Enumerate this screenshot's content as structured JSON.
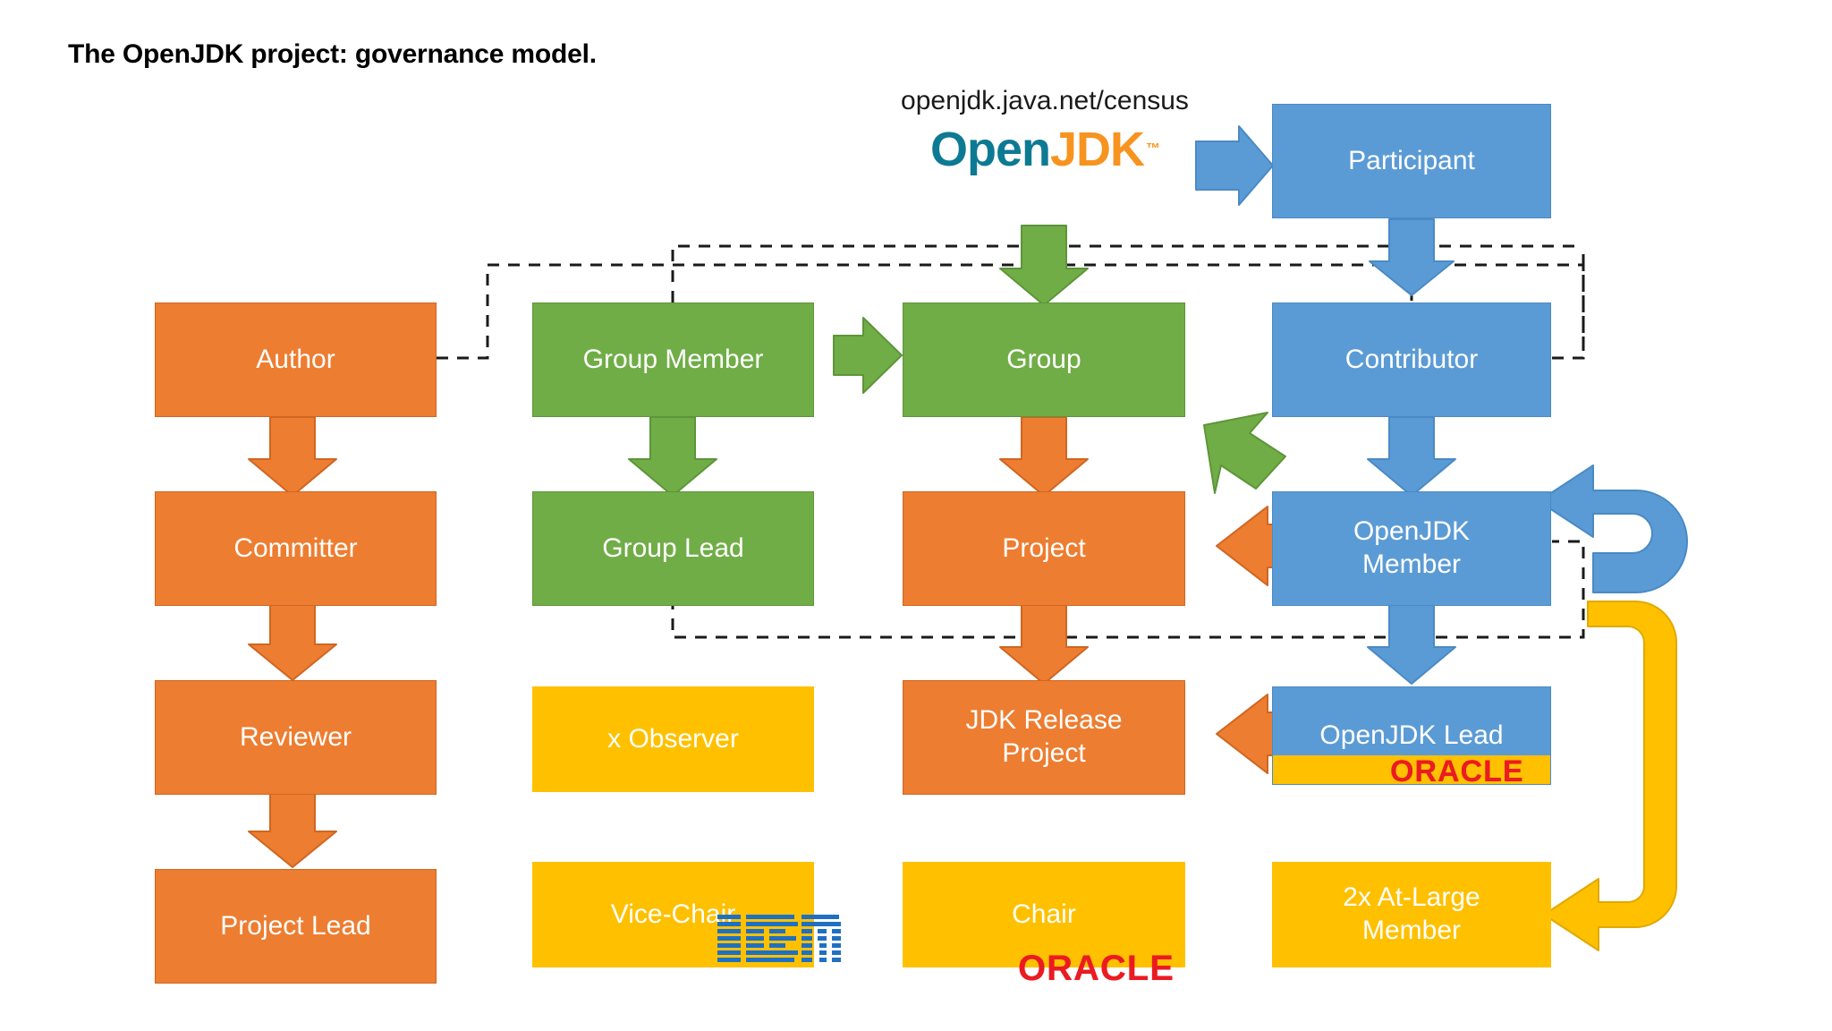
{
  "slide": {
    "title": "The OpenJDK project: governance model.",
    "census_url": "openjdk.java.net/census",
    "logo": {
      "part1": "Open",
      "part2": "JDK",
      "tm": "™"
    }
  },
  "colors": {
    "blue": "#5B9BD5",
    "green": "#70AD47",
    "orange": "#ED7D31",
    "yellow": "#FFC000",
    "oracle_red": "#EA1B22",
    "ibm_blue": "#1F70C1",
    "openjdk_teal": "#0D7A93",
    "openjdk_orange": "#F79420",
    "text_on_node": "#FFFFFF",
    "connector": "#000000",
    "background": "#FFFFFF"
  },
  "columns": {
    "col1_label": "project-roles",
    "col2_label": "group-roles",
    "col3_label": "entities",
    "col4_label": "governing-body"
  },
  "nodes": {
    "participant": {
      "label": "Participant",
      "color": "blue"
    },
    "group_member": {
      "label": "Group Member",
      "color": "green"
    },
    "group": {
      "label": "Group",
      "color": "green"
    },
    "contributor": {
      "label": "Contributor",
      "color": "blue"
    },
    "author": {
      "label": "Author",
      "color": "orange"
    },
    "committer": {
      "label": "Committer",
      "color": "orange"
    },
    "group_lead": {
      "label": "Group Lead",
      "color": "green"
    },
    "project": {
      "label": "Project",
      "color": "orange"
    },
    "openjdk_member_l1": {
      "label": "OpenJDK",
      "color": "blue"
    },
    "openjdk_member_l2": {
      "label": "Member",
      "color": "blue"
    },
    "reviewer": {
      "label": "Reviewer",
      "color": "orange"
    },
    "observer": {
      "label": "x Observer",
      "color": "yellow"
    },
    "jdk_release_l1": {
      "label": "JDK Release",
      "color": "orange"
    },
    "jdk_release_l2": {
      "label": "Project",
      "color": "orange"
    },
    "openjdk_lead": {
      "label": "OpenJDK Lead",
      "color": "blue",
      "strip_color": "yellow"
    },
    "project_lead": {
      "label": "Project Lead",
      "color": "orange"
    },
    "vice_chair": {
      "label": "Vice-Chair",
      "color": "yellow"
    },
    "chair": {
      "label": "Chair",
      "color": "yellow"
    },
    "at_large_l1": {
      "label": "2x At-Large",
      "color": "yellow"
    },
    "at_large_l2": {
      "label": "Member",
      "color": "yellow"
    }
  },
  "brands": {
    "oracle_on_lead": "ORACLE",
    "oracle_on_chair": "ORACLE",
    "ibm_on_vice_chair": "IBM"
  },
  "arrows": [
    {
      "name": "logo-to-participant",
      "color": "blue",
      "direction": "right"
    },
    {
      "name": "participant-to-contributor",
      "color": "blue",
      "direction": "down"
    },
    {
      "name": "census-to-group",
      "color": "green",
      "direction": "down"
    },
    {
      "name": "group-member-to-group",
      "color": "green",
      "direction": "right"
    },
    {
      "name": "author-to-committer",
      "color": "orange",
      "direction": "down"
    },
    {
      "name": "group-member-to-group-lead",
      "color": "green",
      "direction": "down"
    },
    {
      "name": "group-to-project",
      "color": "orange",
      "direction": "down"
    },
    {
      "name": "contributor-to-openjdk-member",
      "color": "blue",
      "direction": "down"
    },
    {
      "name": "openjdk-member-to-group",
      "color": "green",
      "direction": "up-left"
    },
    {
      "name": "openjdk-member-to-project",
      "color": "orange",
      "direction": "left"
    },
    {
      "name": "committer-to-reviewer",
      "color": "orange",
      "direction": "down"
    },
    {
      "name": "project-to-jdk-release-project",
      "color": "orange",
      "direction": "down"
    },
    {
      "name": "openjdk-member-to-openjdk-lead",
      "color": "blue",
      "direction": "down"
    },
    {
      "name": "openjdk-lead-to-jdk-release-project",
      "color": "orange",
      "direction": "left"
    },
    {
      "name": "reviewer-to-project-lead",
      "color": "orange",
      "direction": "down"
    },
    {
      "name": "openjdk-member-self-loop",
      "color": "blue",
      "direction": "u-turn-left"
    },
    {
      "name": "openjdk-member-to-at-large-member",
      "color": "yellow",
      "direction": "curved-left"
    }
  ],
  "connectors": [
    {
      "name": "author-to-right-rail",
      "style": "dashed"
    },
    {
      "name": "group-member-to-right-rail",
      "style": "dashed"
    },
    {
      "name": "contributor-to-right-rail",
      "style": "dashed"
    },
    {
      "name": "group-lead-to-right-rail",
      "style": "dashed"
    }
  ]
}
